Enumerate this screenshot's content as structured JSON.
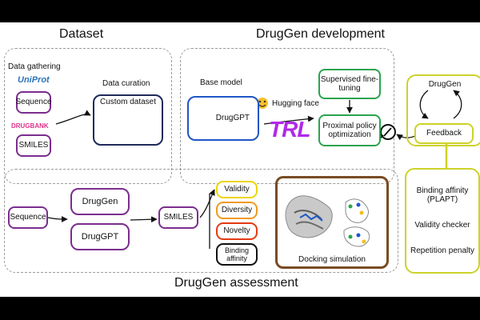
{
  "titles": {
    "dataset": "Dataset",
    "development": "DrugGen development",
    "assessment": "DrugGen assessment"
  },
  "dataset": {
    "data_gathering": "Data gathering",
    "uniprot_logo": "UniProt",
    "sequence": "Sequence",
    "drugbank_logo": "DRUGBANK",
    "smiles": "SMILES",
    "data_curation": "Data curation",
    "custom_dataset": "Custom dataset"
  },
  "development": {
    "base_model": "Base model",
    "drugGPT": "DrugGPT",
    "hugging_face": "Hugging face",
    "trl_logo": "TRL",
    "supervised_fine_tuning": "Supervised fine-tuning",
    "ppo": "Proximal policy optimization"
  },
  "feedback_panel": {
    "druggen": "DrugGen",
    "feedback": "Feedback",
    "binding_affinity": "Binding affinity (PLAPT)",
    "validity_checker": "Validity checker",
    "repetition_penalty": "Repetition penalty"
  },
  "assessment": {
    "sequence": "Sequence",
    "druggen": "DrugGen",
    "drugGPT": "DrugGPT",
    "smiles": "SMILES",
    "metrics": [
      "Validity",
      "Diversity",
      "Novelty",
      "Binding affinity"
    ],
    "docking_simulation": "Docking simulation"
  },
  "colors": {
    "purple": "#7b2d8e",
    "navy": "#1f2a5c",
    "green": "#2aa44e",
    "lime": "#cdd22a",
    "yellow": "#ecd50a",
    "orange": "#f09a20",
    "red": "#e33b14",
    "brown": "#7a4b24",
    "blue": "#1f56c7",
    "uniprot": "#2a74b8",
    "drugbank": "#e0308a",
    "trl_start": "#ff2ab0",
    "trl_end": "#7b2dff"
  },
  "icons": {
    "database": "database-stack-icon",
    "pill": "capsule-pill-icon",
    "hugging_face": "hugging-face-emoji-icon",
    "reward": "gauge-reward-icon",
    "cycle": "cycle-arrows-icon",
    "protein": "protein-ligand-icon"
  }
}
